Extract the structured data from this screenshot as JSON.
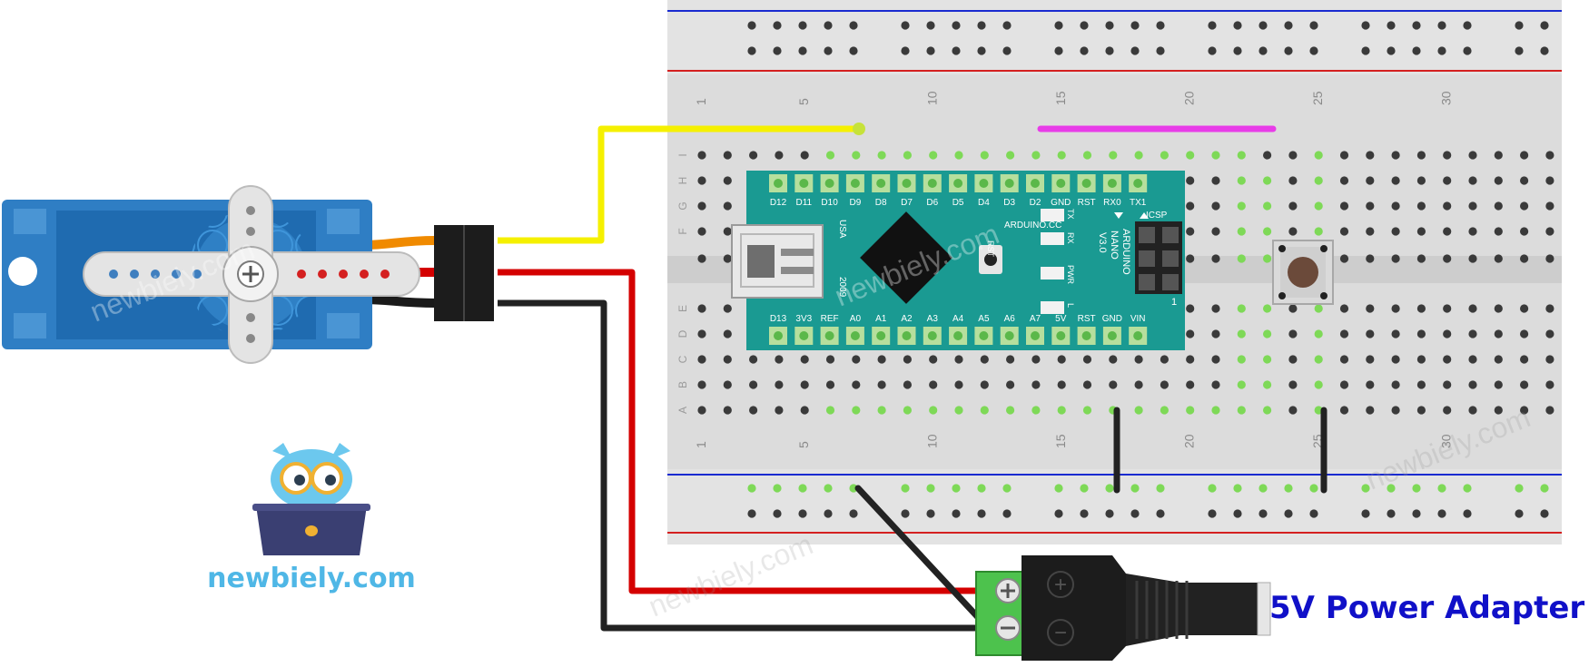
{
  "diagram": {
    "breadboard": {
      "column_numbers": [
        "1",
        "5",
        "10",
        "15",
        "20",
        "25",
        "30"
      ],
      "row_letters": [
        "A",
        "B",
        "C",
        "D",
        "E",
        "F",
        "G",
        "H",
        "I"
      ]
    },
    "arduino": {
      "top_pins": [
        "D12",
        "D11",
        "D10",
        "D9",
        "D8",
        "D7",
        "D6",
        "D5",
        "D4",
        "D3",
        "D2",
        "GND",
        "RST",
        "RX0",
        "TX1"
      ],
      "bottom_pins": [
        "D13",
        "3V3",
        "REF",
        "A0",
        "A1",
        "A2",
        "A3",
        "A4",
        "A5",
        "A6",
        "A7",
        "5V",
        "RST",
        "GND",
        "VIN"
      ],
      "brand_text": "ARDUINO.CC",
      "model_lines": [
        "ARDUINO",
        "NANO",
        "V3.0"
      ],
      "usa_text": "USA",
      "year_text": "2009",
      "rst_label": "RST",
      "icsp_label": "ICSP",
      "icsp_pin_label": "1",
      "led_labels": [
        "TX",
        "RX",
        "PWR",
        "L"
      ]
    },
    "power_jack": {
      "plus_symbol": "+",
      "minus_symbol": "−"
    },
    "watermark": "newbiely.com",
    "adapter_label": "5V Power Adapter",
    "site_label": "newbiely.com",
    "colors": {
      "signal_wire": "#f5f000",
      "power_wire": "#d40000",
      "ground_wire": "#222222",
      "jumper": "#e83ce8",
      "arduino_board": "#1a9a92",
      "servo_body": "#2f7ec4",
      "label_blue": "#1010c8",
      "brand_blue": "#4fb7e6"
    }
  }
}
